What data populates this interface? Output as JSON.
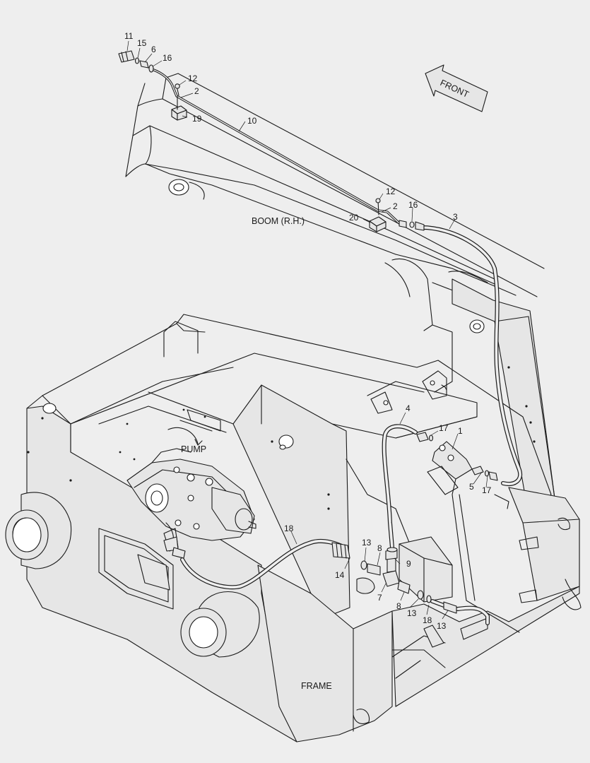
{
  "labels": {
    "front": "FRONT",
    "boom": "BOOM (R.H.)",
    "pump": "PUMP",
    "frame": "FRAME"
  },
  "callouts": {
    "c1": "1",
    "c2a": "2",
    "c2b": "2",
    "c3": "3",
    "c4": "4",
    "c5": "5",
    "c6": "6",
    "c7": "7",
    "c8a": "8",
    "c8b": "8",
    "c9": "9",
    "c10": "10",
    "c11": "11",
    "c12a": "12",
    "c12b": "12",
    "c13a": "13",
    "c13b": "13",
    "c13c": "13",
    "c14": "14",
    "c15": "15",
    "c16a": "16",
    "c16b": "16",
    "c17a": "17",
    "c17b": "17",
    "c18a": "18",
    "c18b": "18",
    "c19": "19",
    "c20": "20"
  }
}
